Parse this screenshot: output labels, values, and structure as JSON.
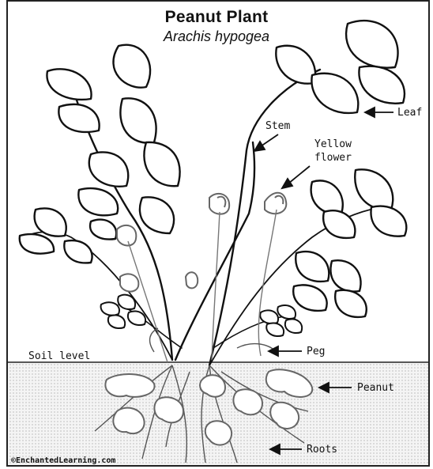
{
  "diagram": {
    "title": "Peanut Plant",
    "subtitle": "Arachis hypogea",
    "labels": {
      "leaf": "Leaf",
      "stem": "Stem",
      "flower_line1": "Yellow",
      "flower_line2": "flower",
      "soil": "Soil level",
      "peg": "Peg",
      "peanut": "Peanut",
      "roots": "Roots"
    },
    "copyright": "©EnchantedLearning.com"
  }
}
